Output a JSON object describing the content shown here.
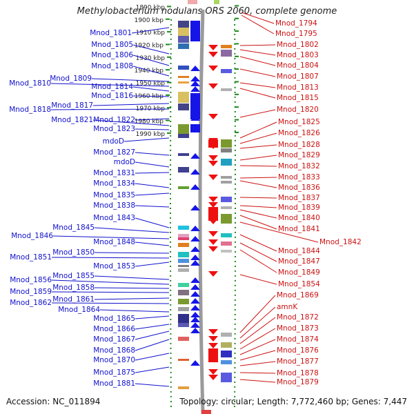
{
  "title": "Methylobacterium nodulans ORS 2060, complete genome",
  "accession": "Accession: NC_011894",
  "topology": "Topology: circular; Length: 7,772,460 bp; Genes: 7,447",
  "colors": {
    "left_labels": "#1010cc",
    "right_labels": "#cc1111",
    "scale": "#1a8a1a"
  },
  "scale_ticks": [
    "1890 kbp",
    "1900 kbp",
    "1910 kbp",
    "1920 kbp",
    "1930 kbp",
    "1940 kbp",
    "1950 kbp",
    "1960 kbp",
    "1970 kbp",
    "1980 kbp",
    "1990 kbp"
  ],
  "left_genes": [
    "Mnod_1801",
    "Mnod_1805",
    "Mnod_1806",
    "Mnod_1808",
    "Mnod_1809",
    "Mnod_1810",
    "Mnod_1814",
    "Mnod_1816",
    "Mnod_1817",
    "Mnod_1818",
    "Mnod_1822",
    "Mnod_1821",
    "Mnod_1823",
    "mdoD",
    "Mnod_1827",
    "mdoD",
    "Mnod_1831",
    "Mnod_1834",
    "Mnod_1835",
    "Mnod_1838",
    "Mnod_1843",
    "Mnod_1845",
    "Mnod_1846",
    "Mnod_1848",
    "Mnod_1850",
    "Mnod_1851",
    "Mnod_1853",
    "Mnod_1855",
    "Mnod_1856",
    "Mnod_1858",
    "Mnod_1859",
    "Mnod_1861",
    "Mnod_1862",
    "Mnod_1864",
    "Mnod_1865",
    "Mnod_1866",
    "Mnod_1867",
    "Mnod_1868",
    "Mnod_1870",
    "Mnod_1875",
    "Mnod_1881"
  ],
  "right_genes": [
    "Mnod_1794",
    "Mnod_1795",
    "Mnod_1802",
    "Mnod_1803",
    "Mnod_1804",
    "Mnod_1807",
    "Mnod_1813",
    "Mnod_1815",
    "Mnod_1820",
    "Mnod_1825",
    "Mnod_1826",
    "Mnod_1828",
    "Mnod_1829",
    "Mnod_1832",
    "Mnod_1833",
    "Mnod_1836",
    "Mnod_1837",
    "Mnod_1839",
    "Mnod_1840",
    "Mnod_1841",
    "Mnod_1842",
    "Mnod_1844",
    "Mnod_1847",
    "Mnod_1849",
    "Mnod_1854",
    "Mnod_1869",
    "amnK",
    "Mnod_1872",
    "Mnod_1873",
    "Mnod_1874",
    "Mnod_1876",
    "Mnod_1877",
    "Mnod_1878",
    "Mnod_1879"
  ]
}
